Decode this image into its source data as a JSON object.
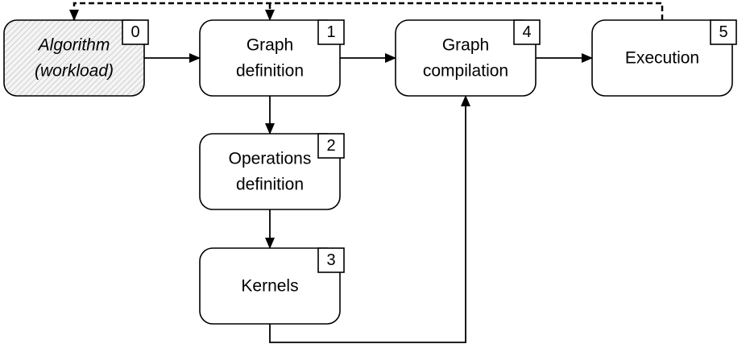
{
  "nodes": [
    {
      "id": "algorithm",
      "lines": [
        "Algorithm",
        "(workload)"
      ],
      "badge": "0",
      "italic": true,
      "hatched": true
    },
    {
      "id": "graph-definition",
      "lines": [
        "Graph",
        "definition"
      ],
      "badge": "1"
    },
    {
      "id": "operations-definition",
      "lines": [
        "Operations",
        "definition"
      ],
      "badge": "2"
    },
    {
      "id": "kernels",
      "lines": [
        "Kernels"
      ],
      "badge": "3"
    },
    {
      "id": "graph-compilation",
      "lines": [
        "Graph",
        "compilation"
      ],
      "badge": "4"
    },
    {
      "id": "execution",
      "lines": [
        "Execution"
      ],
      "badge": "5"
    }
  ],
  "edges": [
    {
      "from": "algorithm",
      "to": "graph-definition",
      "style": "solid"
    },
    {
      "from": "graph-definition",
      "to": "graph-compilation",
      "style": "solid"
    },
    {
      "from": "graph-compilation",
      "to": "execution",
      "style": "solid"
    },
    {
      "from": "graph-definition",
      "to": "operations-definition",
      "style": "solid"
    },
    {
      "from": "operations-definition",
      "to": "kernels",
      "style": "solid"
    },
    {
      "from": "kernels",
      "to": "graph-compilation",
      "style": "solid"
    },
    {
      "from": "execution",
      "to": "algorithm",
      "style": "dashed"
    },
    {
      "from": "execution",
      "to": "graph-definition",
      "style": "dashed"
    }
  ]
}
